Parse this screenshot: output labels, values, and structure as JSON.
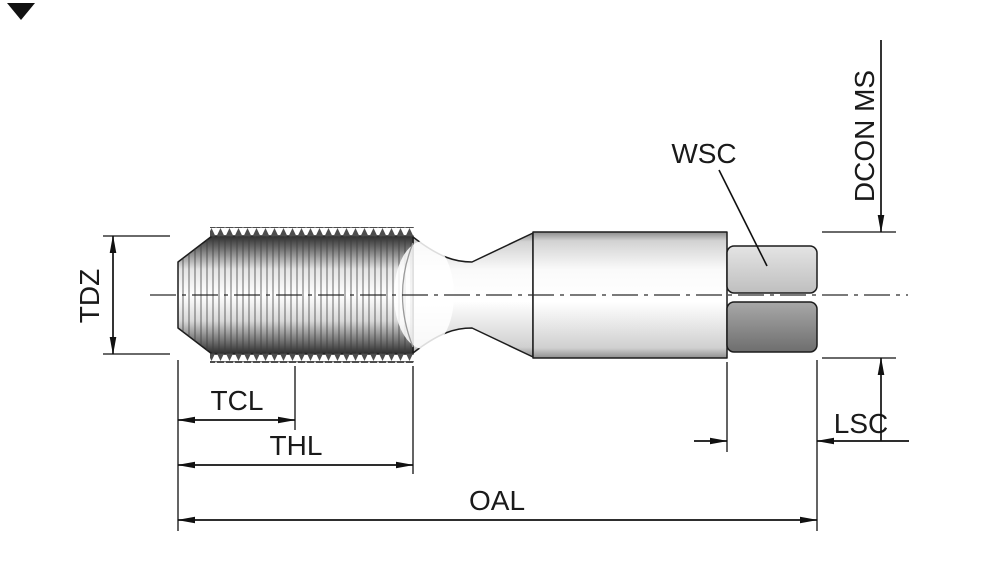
{
  "labels": {
    "tdz": "TDZ",
    "tcl": "TCL",
    "thl": "THL",
    "oal": "OAL",
    "wsc": "WSC",
    "dcon_ms": "DCON MS",
    "lsc": "LSC"
  },
  "colors": {
    "background": "#ffffff",
    "line": "#1a1a1a",
    "dimension_line": "#111111"
  }
}
